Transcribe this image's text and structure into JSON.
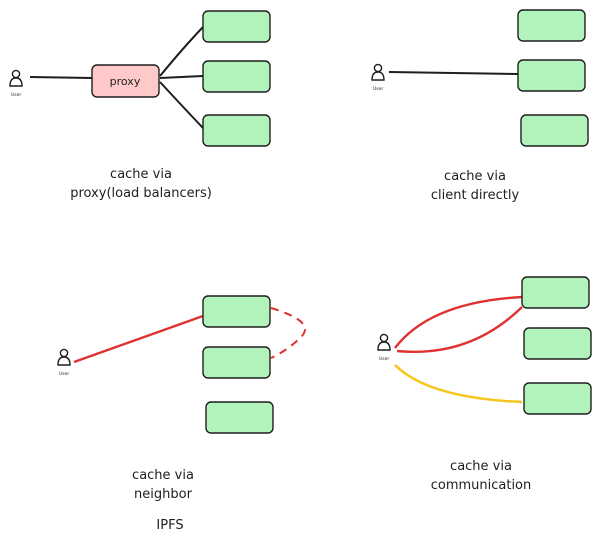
{
  "colors": {
    "stroke": "#1e1e1e",
    "server_fill": "#b2f2bb",
    "proxy_fill": "#ffc9c9",
    "red_link": "#e03131",
    "yellow_link": "#f5c518"
  },
  "icons": {
    "user": "person-icon"
  },
  "panels": [
    {
      "name": "proxy",
      "user_label": "User",
      "proxy_label": "proxy",
      "caption": [
        "cache via",
        "proxy(load balancers)"
      ]
    },
    {
      "name": "client",
      "user_label": "User",
      "caption": [
        "cache via",
        "client directly"
      ]
    },
    {
      "name": "neighbor",
      "user_label": "User",
      "caption": [
        "cache via",
        "neighbor"
      ],
      "extra_label": "IPFS"
    },
    {
      "name": "communication",
      "user_label": "User",
      "caption": [
        "cache via",
        "communication"
      ]
    }
  ]
}
